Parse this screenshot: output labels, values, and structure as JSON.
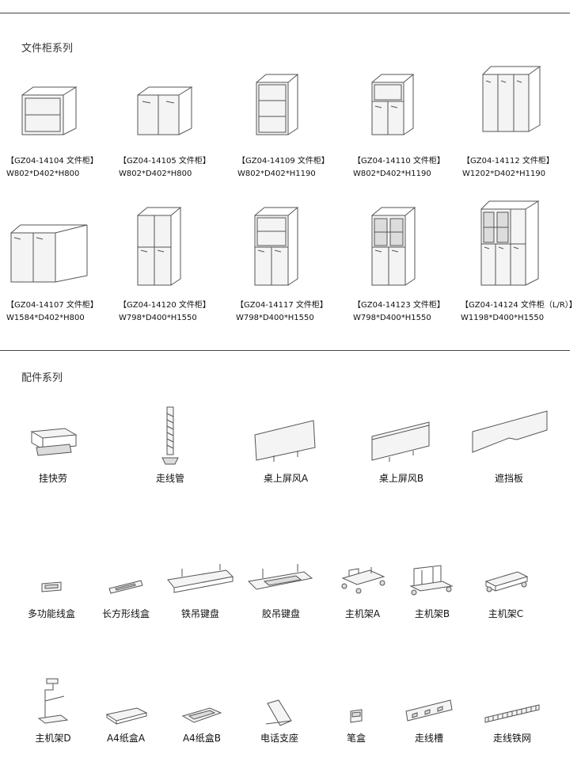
{
  "sections": {
    "cabinets_title": "文件柜系列",
    "accessories_title": "配件系列"
  },
  "cabinets": [
    {
      "code": "【GZ04-14104 文件柜】",
      "dim": "W802*D402*H800"
    },
    {
      "code": "【GZ04-14105 文件柜】",
      "dim": "W802*D402*H800"
    },
    {
      "code": "【GZ04-14109 文件柜】",
      "dim": "W802*D402*H1190"
    },
    {
      "code": "【GZ04-14110 文件柜】",
      "dim": "W802*D402*H1190"
    },
    {
      "code": "【GZ04-14112 文件柜】",
      "dim": "W1202*D402*H1190"
    },
    {
      "code": "【GZ04-14107 文件柜】",
      "dim": "W1584*D402*H800"
    },
    {
      "code": "【GZ04-14120 文件柜】",
      "dim": "W798*D400*H1550"
    },
    {
      "code": "【GZ04-14117 文件柜】",
      "dim": "W798*D400*H1550"
    },
    {
      "code": "【GZ04-14123 文件柜】",
      "dim": "W798*D400*H1550"
    },
    {
      "code": "【GZ04-14124 文件柜（L/R）】",
      "dim": "W1198*D400*H1550"
    }
  ],
  "accessories": [
    "挂快劳",
    "走线管",
    "桌上屏风A",
    "桌上屏风B",
    "遮挡板",
    "多功能线盒",
    "长方形线盒",
    "铁吊键盘",
    "胶吊键盘",
    "主机架A",
    "主机架B",
    "主机架C",
    "主机架D",
    "A4纸盒A",
    "A4纸盒B",
    "电话支座",
    "笔盒",
    "走线槽",
    "走线铁网"
  ]
}
